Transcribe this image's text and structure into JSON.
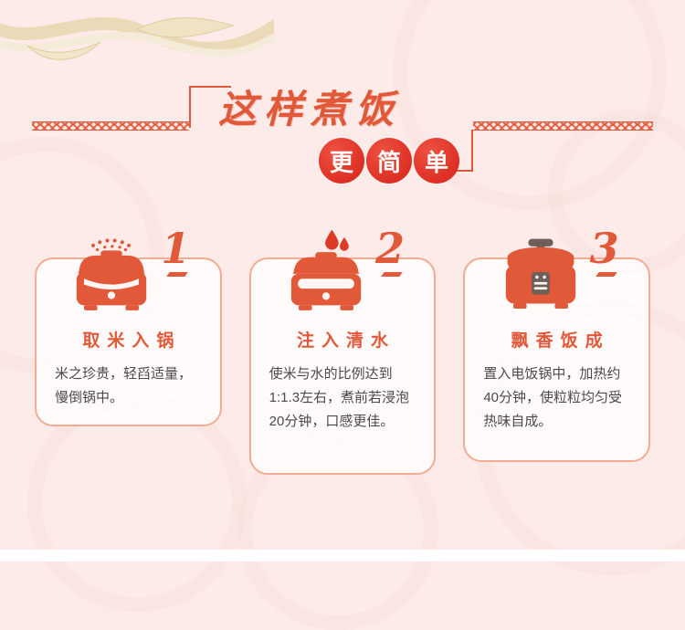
{
  "header": {
    "title_main": "这样煮饭",
    "subtitle_chars": [
      "更",
      "简",
      "单"
    ]
  },
  "cards": [
    {
      "number": "1",
      "title": "取米入锅",
      "body": "米之珍贵，轻舀适量，慢倒锅中。"
    },
    {
      "number": "2",
      "title": "注入清水",
      "body": "使米与水的比例达到1:1.3左右，煮前若浸泡20分钟，口感更佳。"
    },
    {
      "number": "3",
      "title": "飘香饭成",
      "body": "置入电饭锅中，加热约40分钟，使粒粒均匀受热味自成。"
    }
  ],
  "colors": {
    "background": "#fcebe8",
    "accent": "#e2593a",
    "badge_red": "#dd3024",
    "card_border": "#f3ac90",
    "body_text": "#4a4a4a",
    "ribbon_cream": "#ead9b4"
  }
}
